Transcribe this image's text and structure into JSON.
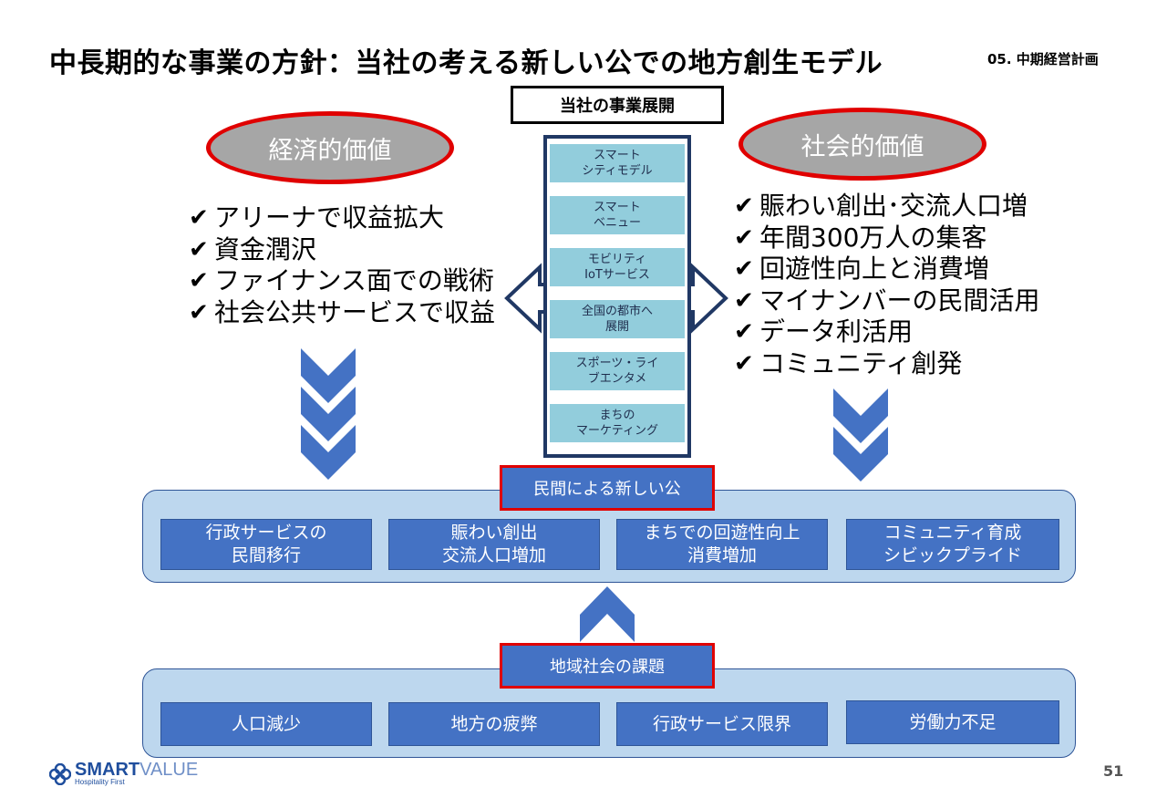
{
  "header": {
    "title": "中長期的な事業の方針：当社の考える新しい公での地方創生モデル",
    "section": "05. 中期経営計画"
  },
  "center": {
    "label": "当社の事業展開",
    "items": [
      "スマート\nシティモデル",
      "スマート\nベニュー",
      "モビリティ\nIoTサービス",
      "全国の都市へ\n展開",
      "スポーツ・ライ\nブエンタメ",
      "まちの\nマーケティング"
    ]
  },
  "economic": {
    "label": "経済的価値",
    "items": [
      "アリーナで収益拡大",
      "資金潤沢",
      "ファイナンス面での戦術",
      "社会公共サービスで収益"
    ]
  },
  "social": {
    "label": "社会的価値",
    "items": [
      "賑わい創出･交流人口増",
      "年間300万人の集客",
      "回遊性向上と消費増",
      "マイナンバーの民間活用",
      "データ利活用",
      "コミュニティ創発"
    ]
  },
  "check_mark": "✔",
  "new_public": {
    "label": "民間による新しい公",
    "boxes": [
      "行政サービスの\n民間移行",
      "賑わい創出\n交流人口増加",
      "まちでの回遊性向上\n消費増加",
      "コミュニティ育成\nシビックプライド"
    ]
  },
  "issues": {
    "label": "地域社会の課題",
    "boxes": [
      "人口減少",
      "地方の疲弊",
      "行政サービス限界",
      "労働力不足"
    ]
  },
  "footer": {
    "page_number": "51",
    "logo_main_bold": "SMART",
    "logo_main_light": "VALUE",
    "logo_sub": "Hospitality First"
  },
  "colors": {
    "chevron": "#4472c4",
    "ellipse_border": "#e00000",
    "ellipse_fill": "#a6a6a6",
    "column_item": "#92cddc",
    "panel": "#bdd7ee",
    "box": "#4472c4"
  }
}
